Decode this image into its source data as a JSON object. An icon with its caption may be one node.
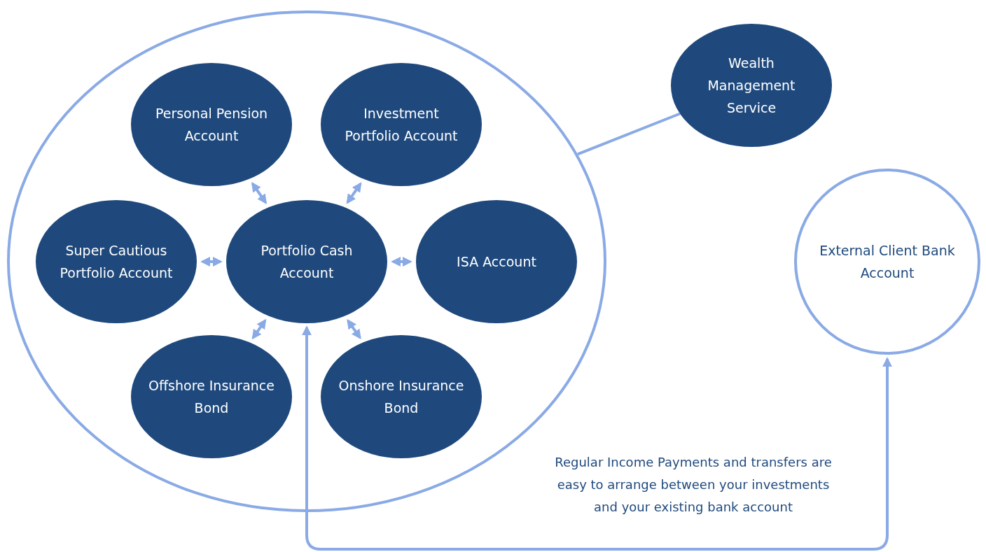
{
  "diagram": {
    "nodes": [
      {
        "text": [],
        "shape": "circle"
      },
      {
        "text": [
          "Personal Pension Account"
        ],
        "in": 0
      },
      {
        "text": [
          "Investment Portfolio Account"
        ],
        "in": 0
      },
      {
        "text": [
          "Super Cautious Portfolio Account"
        ],
        "in": 0
      },
      {
        "text": [
          "Portfolio Cash Account"
        ],
        "in": 0
      },
      {
        "text": [
          "ISA Account"
        ],
        "in": 0
      },
      {
        "text": [
          "Offshore Insurance Bond"
        ],
        "in": 0
      },
      {
        "text": [
          "Onshore Insurance Bond"
        ],
        "in": 0
      },
      {
        "text": [
          "Wealth Management Service"
        ]
      },
      {
        "text": [
          "External Client Bank Account"
        ]
      }
    ],
    "edges": [
      {
        "from": 1,
        "to": 4,
        "arrow": "both"
      },
      {
        "from": 2,
        "to": 4,
        "arrow": "both"
      },
      {
        "from": 3,
        "to": 4,
        "arrow": "both"
      },
      {
        "from": 4,
        "to": 5,
        "arrow": "both"
      },
      {
        "from": 4,
        "to": 6,
        "arrow": "both"
      },
      {
        "from": 4,
        "to": 7,
        "arrow": "both"
      },
      {
        "from": 0,
        "to": 8,
        "arrow": "none"
      },
      {
        "from": 4,
        "to": 9,
        "arrow": "both"
      }
    ],
    "labels": [
      "Regular Income Payments and transfers are easy to arrange between your investments and your existing bank account"
    ]
  }
}
